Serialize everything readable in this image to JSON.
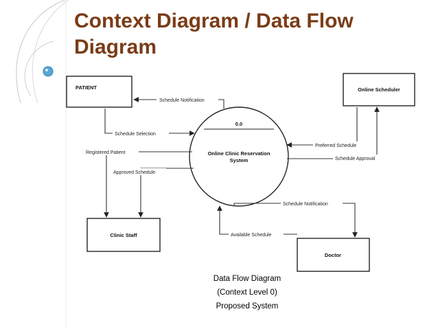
{
  "slide": {
    "title": "Context Diagram / Data Flow Diagram",
    "colors": {
      "title": "#7a3c17",
      "ornament": "#c9c9c9",
      "bead": "#5aa6d6"
    }
  },
  "nodes": {
    "patient": "PATIENT",
    "online_scheduler": "Online Scheduler",
    "clinic_staff": "Clinic Staff",
    "doctor": "Doctor",
    "process_id": "0.0",
    "process_name_line1": "Online Clinic Reservation",
    "process_name_line2": "System"
  },
  "flows": {
    "schedule_notification_patient": "Schedule Notification",
    "schedule_selection": "Schedule Selection",
    "registered_patient": "Registered Patient",
    "approved_schedule": "Approved Schedule",
    "preferred_schedule": "Preferred Schedule",
    "schedule_approval": "Schedule Approval",
    "schedule_notification_doctor": "Schedule Notification",
    "available_schedule": "Available Schedule"
  },
  "caption": {
    "line1": "Data Flow Diagram",
    "line2": "(Context Level 0)",
    "line3": "Proposed System"
  }
}
